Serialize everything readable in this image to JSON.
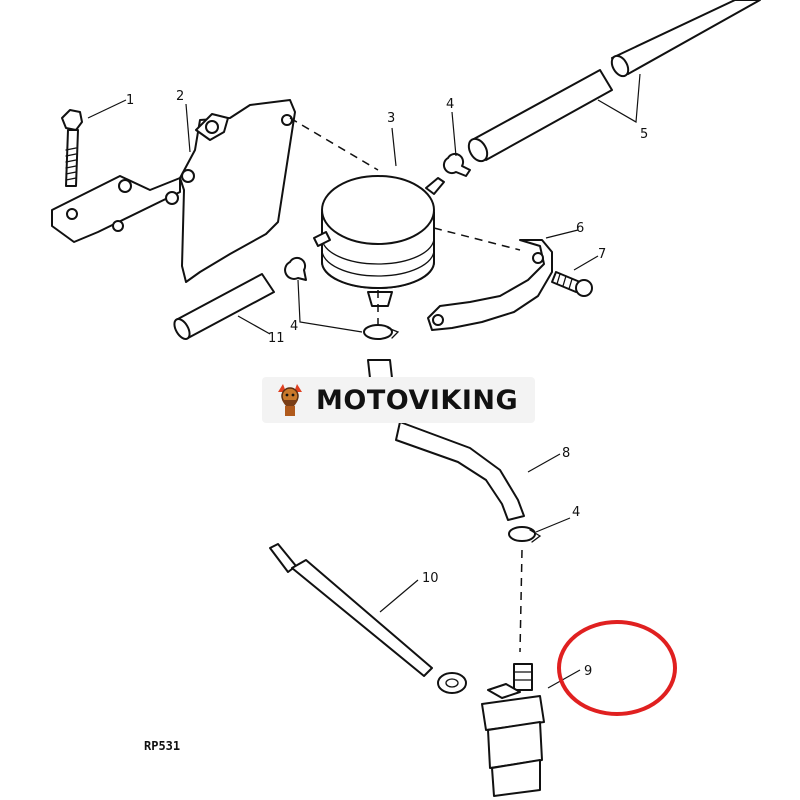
{
  "watermark": {
    "text": "MOTOVIKING",
    "icon": "viking-mascot-icon"
  },
  "drawing_ref": "RP531",
  "callouts": [
    {
      "id": "c1",
      "label": "1"
    },
    {
      "id": "c2",
      "label": "2"
    },
    {
      "id": "c3",
      "label": "3"
    },
    {
      "id": "c4a",
      "label": "4"
    },
    {
      "id": "c4b",
      "label": "4"
    },
    {
      "id": "c4c",
      "label": "4"
    },
    {
      "id": "c5",
      "label": "5"
    },
    {
      "id": "c6",
      "label": "6"
    },
    {
      "id": "c7",
      "label": "7"
    },
    {
      "id": "c8",
      "label": "8"
    },
    {
      "id": "c9",
      "label": "9"
    },
    {
      "id": "c10",
      "label": "10"
    },
    {
      "id": "c11",
      "label": "11"
    }
  ],
  "highlight": {
    "color": "#e02020",
    "target": "9"
  }
}
